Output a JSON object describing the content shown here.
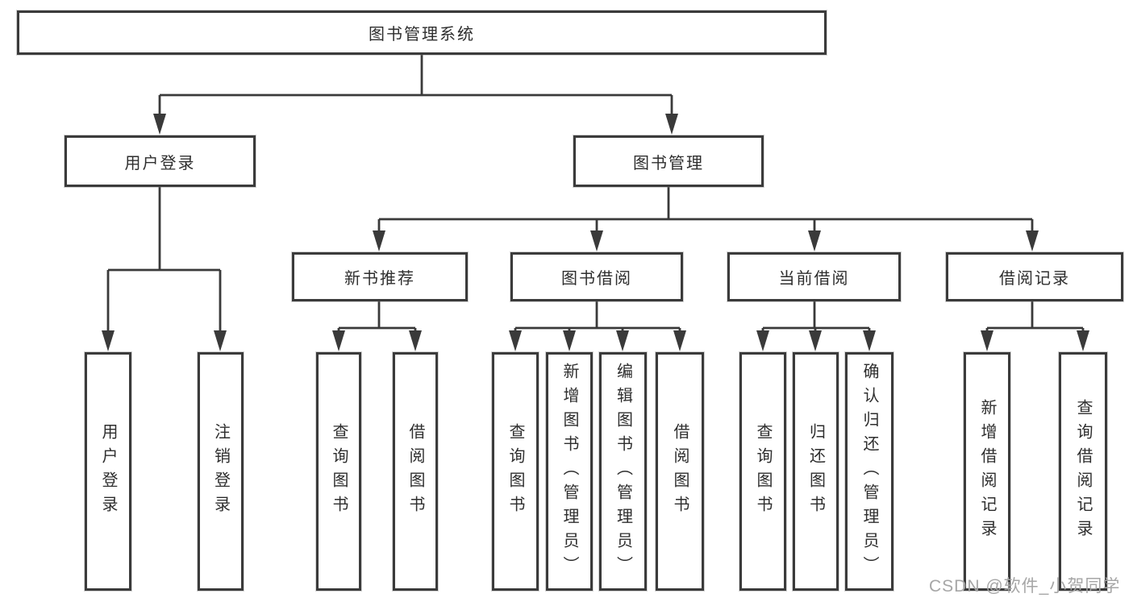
{
  "nodes": {
    "root": "图书管理系统",
    "user_login": "用户登录",
    "book_management": "图书管理",
    "new_book_recommend": "新书推荐",
    "book_borrow": "图书借阅",
    "current_borrow": "当前借阅",
    "borrow_records": "借阅记录",
    "leaf_user_login": "用户登录",
    "leaf_logout": "注销登录",
    "leaf_query_book_1": "查询图书",
    "leaf_borrow_book_1": "借阅图书",
    "leaf_query_book_2": "查询图书",
    "leaf_add_book": "新增图书（管理员）",
    "leaf_edit_book": "编辑图书（管理员）",
    "leaf_borrow_book_2": "借阅图书",
    "leaf_query_book_3": "查询图书",
    "leaf_return_book": "归还图书",
    "leaf_confirm_return": "确认归还（管理员）",
    "leaf_add_borrow_record": "新增借阅记录",
    "leaf_query_borrow_record": "查询借阅记录"
  },
  "watermark": {
    "text": "CSDN @软件_小贺同学",
    "color": "#a6a6a6"
  },
  "colors": {
    "line": "#3a3a3a",
    "box_border": "#3b3b3b",
    "box_fill": "#ffffff",
    "text": "#2e2e2e",
    "background": "#ffffff"
  }
}
